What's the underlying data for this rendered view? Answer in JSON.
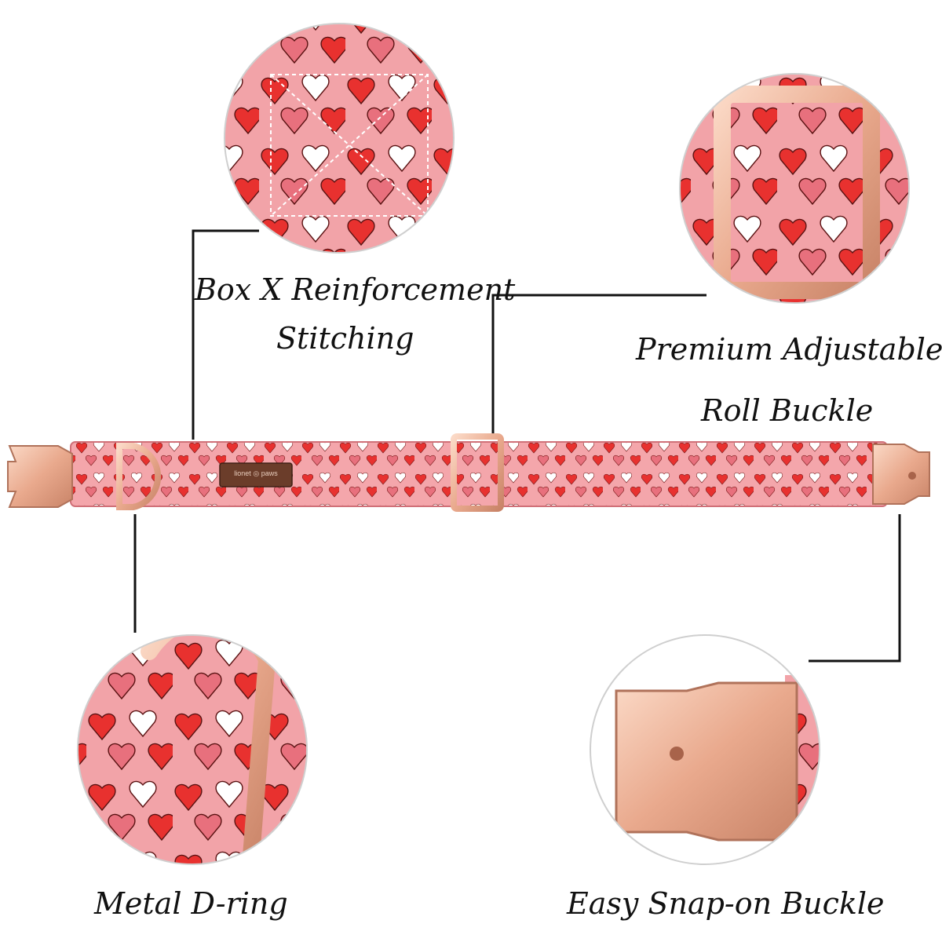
{
  "labels": {
    "box_stitch_line1": "Box X Reinforcement",
    "box_stitch_line2": "Stitching",
    "roll_buckle_line1": "Premium Adjustable",
    "roll_buckle_line2": "Roll Buckle",
    "d_ring": "Metal D-ring",
    "snap_buckle": "Easy Snap-on Buckle"
  },
  "brand_tag": {
    "text_left": "lionet",
    "text_right": "paws"
  },
  "colors": {
    "fabric_pink": "#f2a3a8",
    "heart_red": "#e8312f",
    "heart_pink": "#e8707d",
    "heart_white": "#ffffff",
    "hardware_rose_gold": "#e9b39a",
    "tag_brown": "#6b3d2a",
    "callout_line": "#111111"
  }
}
